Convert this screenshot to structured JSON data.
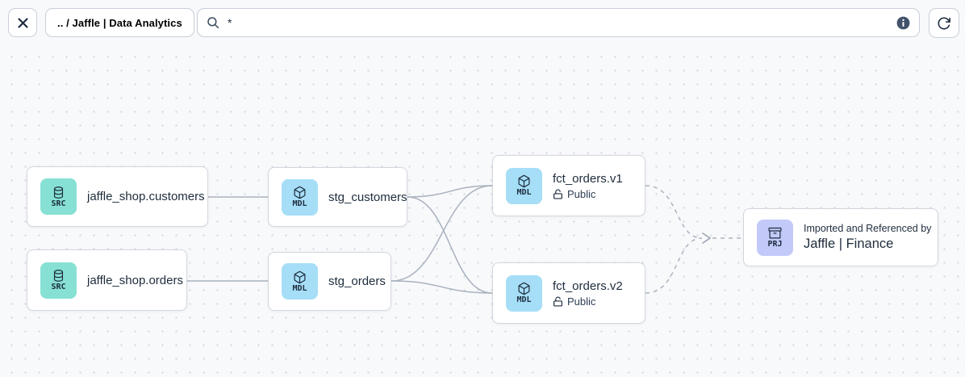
{
  "toolbar": {
    "close_icon": "x-icon",
    "breadcrumb": ".. / Jaffle | Data Analytics",
    "search": {
      "value": "*",
      "icon": "search-icon",
      "info_icon": "info-icon"
    },
    "refresh_icon": "refresh-icon"
  },
  "canvas": {
    "nodes": [
      {
        "id": "src-customers",
        "tag": "SRC",
        "icon": "database-icon",
        "title": "jaffle_shop.customers"
      },
      {
        "id": "src-orders",
        "tag": "SRC",
        "icon": "database-icon",
        "title": "jaffle_shop.orders"
      },
      {
        "id": "stg-customers",
        "tag": "MDL",
        "icon": "cube-icon",
        "title": "stg_customers"
      },
      {
        "id": "stg-orders",
        "tag": "MDL",
        "icon": "cube-icon",
        "title": "stg_orders"
      },
      {
        "id": "fct-orders-v1",
        "tag": "MDL",
        "icon": "cube-icon",
        "title": "fct_orders.v1",
        "access": "Public",
        "access_icon": "unlock-icon"
      },
      {
        "id": "fct-orders-v2",
        "tag": "MDL",
        "icon": "cube-icon",
        "title": "fct_orders.v2",
        "access": "Public",
        "access_icon": "unlock-icon"
      },
      {
        "id": "project-jaffle-finance",
        "tag": "PRJ",
        "icon": "archive-icon",
        "subtitle": "Imported and Referenced by",
        "title": "Jaffle | Finance"
      }
    ],
    "edges": [
      {
        "from": "jaffle_shop.customers",
        "to": "stg_customers",
        "style": "solid"
      },
      {
        "from": "jaffle_shop.orders",
        "to": "stg_orders",
        "style": "solid"
      },
      {
        "from": "stg_customers",
        "to": "fct_orders.v1",
        "style": "solid"
      },
      {
        "from": "stg_customers",
        "to": "fct_orders.v2",
        "style": "solid"
      },
      {
        "from": "stg_orders",
        "to": "fct_orders.v1",
        "style": "solid"
      },
      {
        "from": "stg_orders",
        "to": "fct_orders.v2",
        "style": "solid"
      },
      {
        "from": "fct_orders.v1",
        "to": "Jaffle | Finance",
        "style": "dashed"
      },
      {
        "from": "fct_orders.v2",
        "to": "Jaffle | Finance",
        "style": "dashed"
      }
    ]
  },
  "colors": {
    "source_badge": "#86e1d4",
    "model_badge": "#a6def7",
    "project_badge": "#c3caf9",
    "edge": "#a9b2be",
    "text": "#1e2c3c",
    "canvas_bg": "#f8f9fb"
  }
}
